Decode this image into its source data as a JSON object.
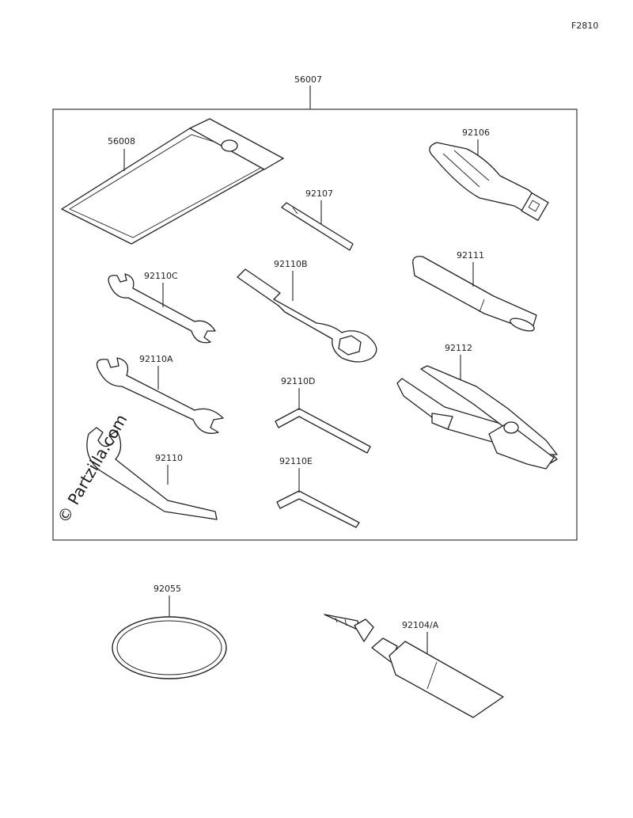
{
  "figure_code": "F2810",
  "watermark": "© Partzilla.com",
  "parts": [
    {
      "id": "kit",
      "label": "56007"
    },
    {
      "id": "case",
      "label": "56008"
    },
    {
      "id": "handle",
      "label": "92106"
    },
    {
      "id": "bit",
      "label": "92107"
    },
    {
      "id": "wrench-c",
      "label": "92110C"
    },
    {
      "id": "wrench-b",
      "label": "92110B"
    },
    {
      "id": "extension",
      "label": "92111"
    },
    {
      "id": "wrench-a",
      "label": "92110A"
    },
    {
      "id": "hex-d",
      "label": "92110D"
    },
    {
      "id": "pliers",
      "label": "92112"
    },
    {
      "id": "hook-wrench",
      "label": "92110"
    },
    {
      "id": "hex-e",
      "label": "92110E"
    },
    {
      "id": "o-ring",
      "label": "92055"
    },
    {
      "id": "grease",
      "label": "92104/A"
    }
  ]
}
